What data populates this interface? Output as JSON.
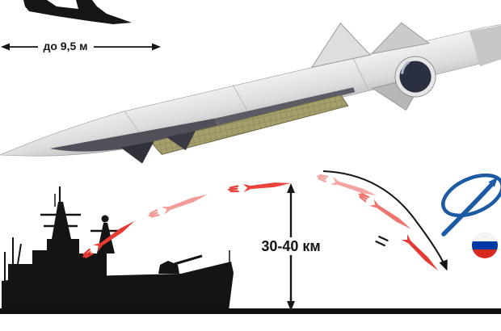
{
  "labels": {
    "missile_length": "до 9,5 м",
    "flight_altitude": "30-40 км"
  },
  "colors": {
    "background": "#ffffff",
    "silhouette_black": "#161616",
    "trajectory_red": "#e73a32",
    "logo_blue": "#1d5aa4",
    "flag_white": "#f4f4f4",
    "flag_blue": "#0039a6",
    "flag_red": "#d52b1e",
    "missile_body_gray": "#dcdcdc",
    "missile_underside_gray": "#50505a",
    "scramjet_lattice_khaki": "#a69e6b"
  },
  "icons": {
    "missile_silhouette_icon": "black missile side profile (cropped at top)",
    "dimension_arrow_left_icon": "◄",
    "dimension_arrow_right_icon": "►",
    "ship_silhouette_icon": "black frigate side profile",
    "trajectory_missile_icon": "red missile glyph with speed dashes",
    "altitude_arrow_icon": "↕ double-headed arrow",
    "impact_arrow_icon": "black curved arrow",
    "orbit_logo_icon": "blue ellipse orbit pierced by arrow",
    "russia_flag_icon": "round white-blue-red flag"
  }
}
